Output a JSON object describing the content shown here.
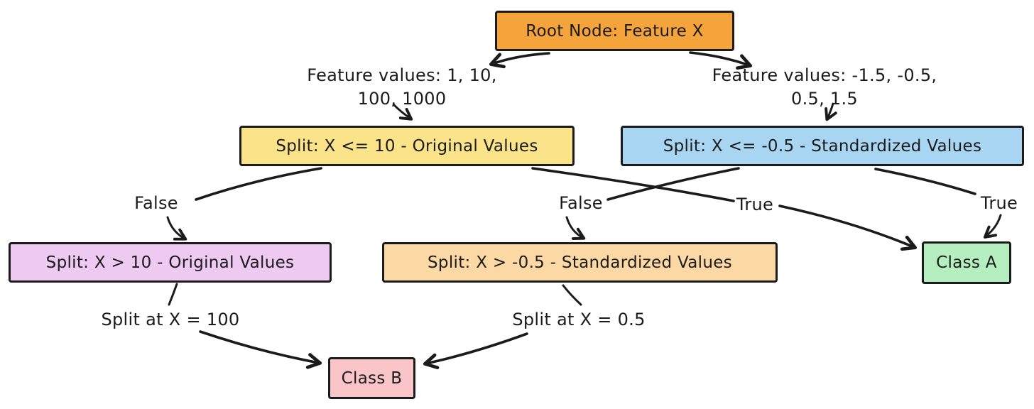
{
  "canvas": {
    "background": "#ffffff",
    "stroke": "#1b1b1b"
  },
  "nodes": {
    "root": {
      "label": "Root Node: Feature X",
      "bg": "#f5a43c"
    },
    "split_le_10": {
      "label": "Split: X <= 10 - Original Values",
      "bg": "#fbe38a"
    },
    "split_le_neg05": {
      "label": "Split: X <= -0.5 - Standardized Values",
      "bg": "#a8d6f2"
    },
    "split_gt_10": {
      "label": "Split: X > 10 - Original Values",
      "bg": "#eec9f2"
    },
    "split_gt_neg05": {
      "label": "Split: X > -0.5 - Standardized Values",
      "bg": "#fcd8a4"
    },
    "class_a": {
      "label": "Class A",
      "bg": "#b5efbf"
    },
    "class_b": {
      "label": "Class B",
      "bg": "#fac5c8"
    }
  },
  "annotations": {
    "left_feature_values": "Feature values: 1, 10, 100, 1000",
    "right_feature_values": "Feature values: -1.5, -0.5, 0.5, 1.5",
    "split_at_100": "Split at X = 100",
    "split_at_05": "Split at X = 0.5"
  },
  "edge_labels": {
    "false_original": "False",
    "false_standardized": "False",
    "true_original": "True",
    "true_standardized": "True"
  }
}
